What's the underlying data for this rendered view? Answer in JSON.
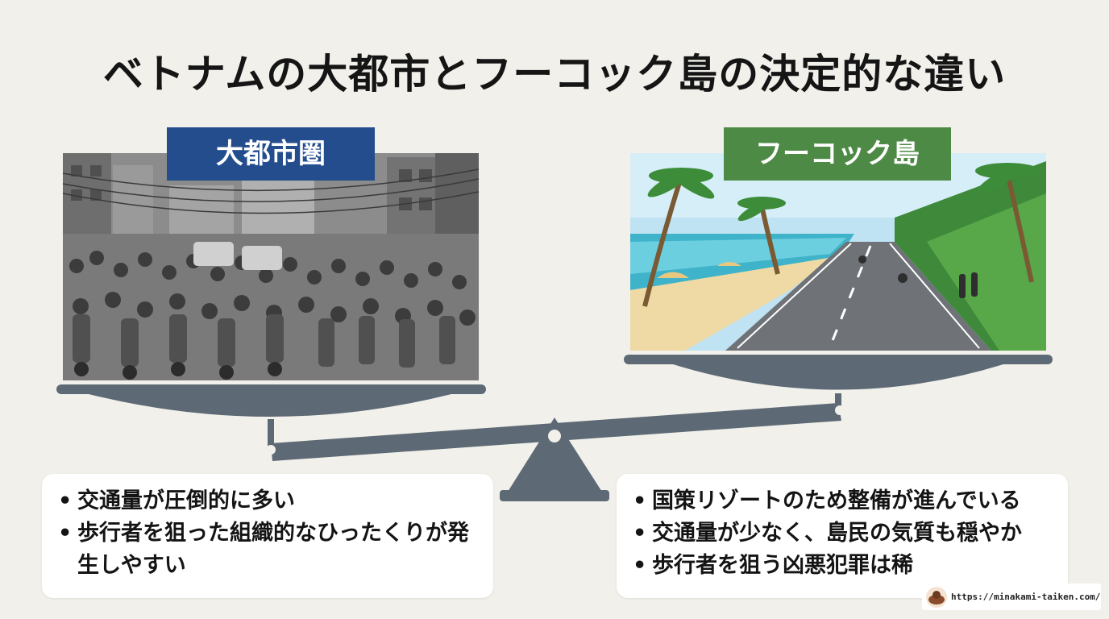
{
  "title": "ベトナムの大都市とフーコック島の決定的な違い",
  "left": {
    "label": "大都市圏",
    "bullets": [
      "交通量が圧倒的に多い",
      "歩行者を狙った組織的なひったくりが発生しやすい"
    ]
  },
  "right": {
    "label": "フーコック島",
    "bullets": [
      "国策リゾートのため整備が進んでいる",
      "交通量が少なく、島民の気質も穏やか",
      "歩行者を狙う凶悪犯罪は稀"
    ]
  },
  "footer": {
    "url": "https://minakami-taiken.com/"
  },
  "colors": {
    "background": "#f2f0ea",
    "city_label": "#234d8c",
    "island_label": "#4d8a45",
    "scale": "#5d6a76"
  }
}
